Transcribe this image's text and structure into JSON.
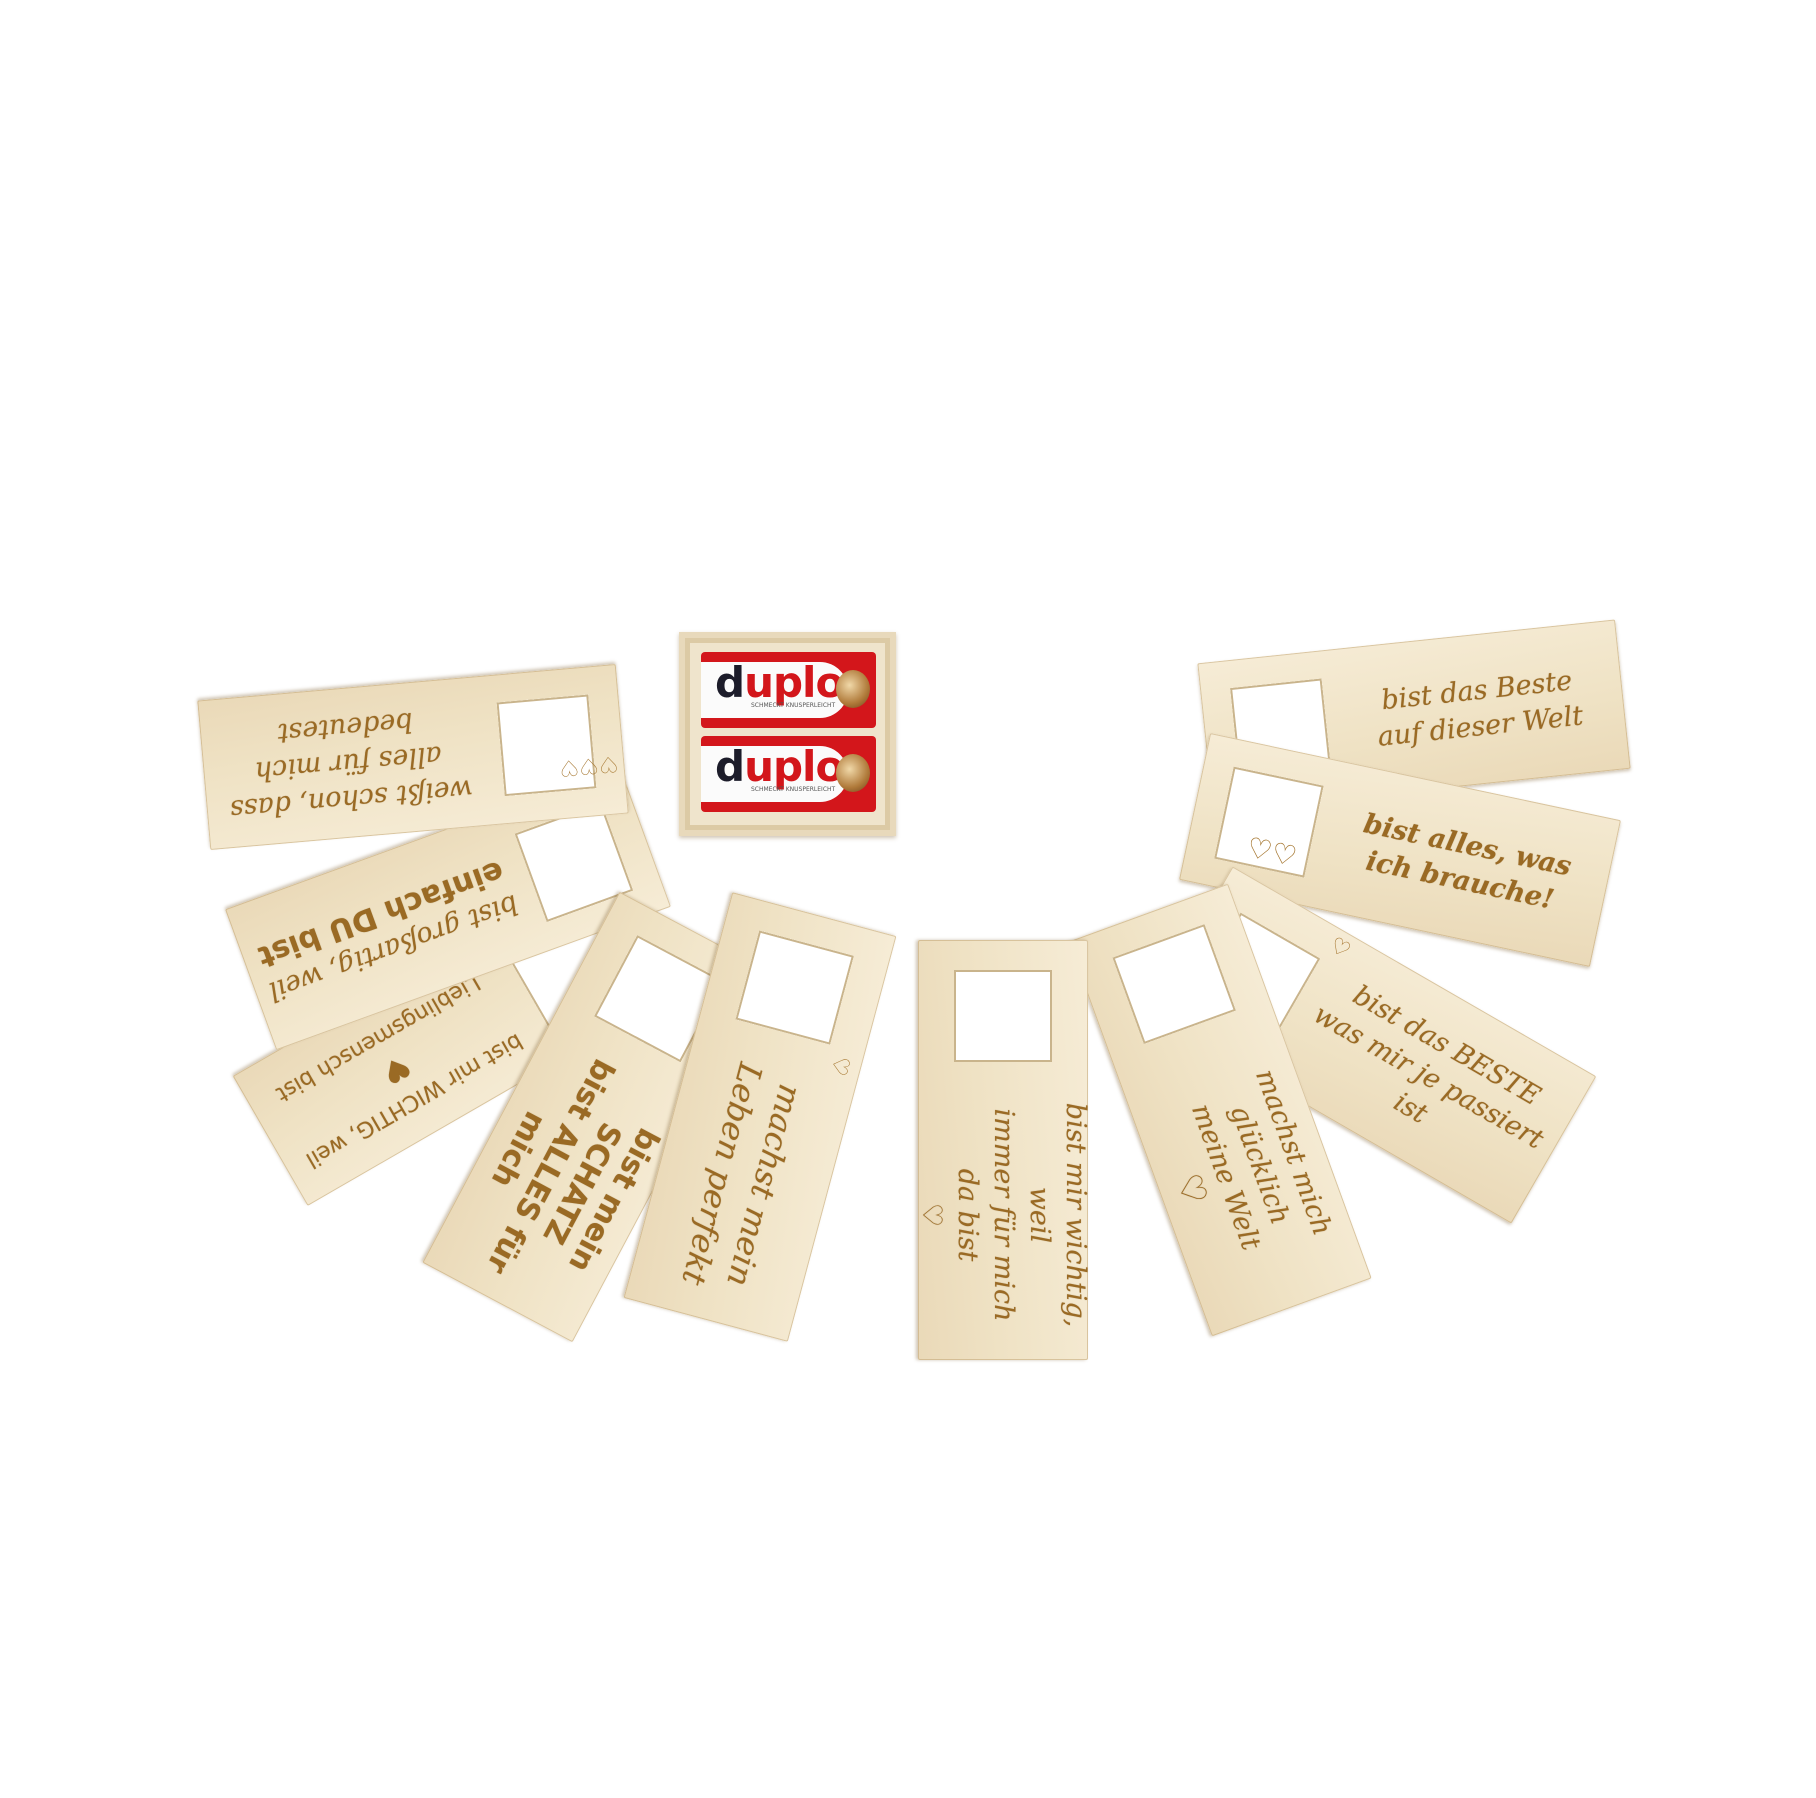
{
  "box": {
    "bars": [
      {
        "logo_first": "d",
        "logo_rest": "uplo",
        "tagline": "SCHMECKT KNUSPERLEICHT"
      },
      {
        "logo_first": "d",
        "logo_rest": "uplo",
        "tagline": "SCHMECKT KNUSPERLEICHT"
      }
    ]
  },
  "cards": [
    {
      "lines": [
        "weißt schon, dass",
        "alles für mich bedeutest"
      ],
      "icon": "♡♡♡"
    },
    {
      "lines": [
        "bist großartig, weil",
        "einfach DU bist"
      ],
      "icon": ""
    },
    {
      "lines": [
        "bist mir WICHTIG, weil",
        "Lieblingsmensch bist"
      ],
      "icon": "♥"
    },
    {
      "lines": [
        "bist mein SCHATZ",
        "bist ALLES für mich"
      ],
      "icon": ""
    },
    {
      "lines": [
        "machst mein",
        "Leben perfekt"
      ],
      "icon": "♡"
    },
    {
      "lines": [
        "bist mir wichtig, weil",
        "immer für mich",
        "da bist"
      ],
      "icon": "♡"
    },
    {
      "lines": [
        "machst mich glücklich",
        "meine Welt"
      ],
      "icon": "♡"
    },
    {
      "lines": [
        "bist das BESTE",
        "was mir je passiert ist"
      ],
      "icon": "♡"
    },
    {
      "lines": [
        "bist alles, was",
        "ich brauche!"
      ],
      "icon": "♡♡"
    },
    {
      "lines": [
        "bist das Beste",
        "auf dieser Welt"
      ],
      "icon": "♡♡"
    }
  ]
}
